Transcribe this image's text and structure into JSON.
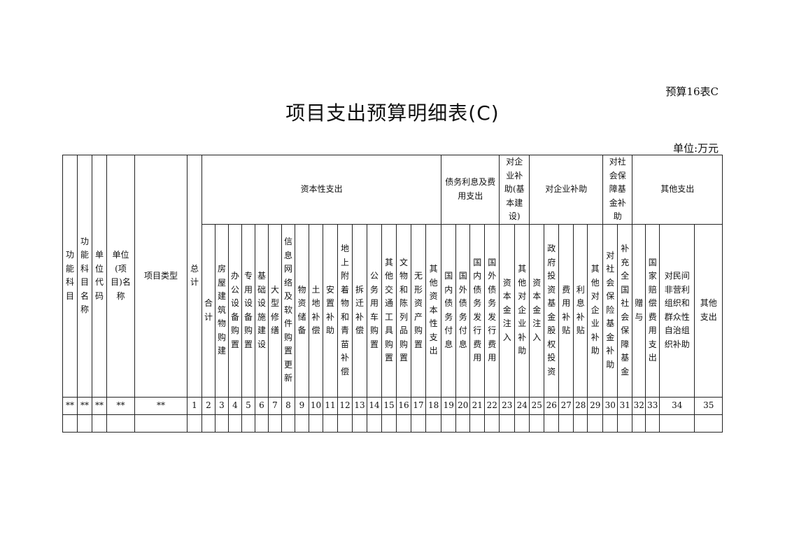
{
  "doc_code": "预算16表C",
  "title": "项目支出预算明细表(C)",
  "unit": "单位:万元",
  "fixed_headers": [
    "功能科目",
    "功能科目名称",
    "单位代码",
    "单位(项目)名称",
    "项目类型",
    "总计"
  ],
  "groups": [
    {
      "label": "资本性支出",
      "span": 17
    },
    {
      "label": "债务利息及费用支出",
      "span": 4
    },
    {
      "label": "对企业补助(基本建设)",
      "span": 2
    },
    {
      "label": "对企业补助",
      "span": 5
    },
    {
      "label": "对社会保障基金补助",
      "span": 2
    },
    {
      "label": "其他支出",
      "span": 4
    }
  ],
  "sub_headers": [
    "合计",
    "房屋建筑物购建",
    "办公设备购置",
    "专用设备购置",
    "基础设施建设",
    "大型修缮",
    "信息网络及软件购置更新",
    "物资储备",
    "土地补偿",
    "安置补助",
    "地上附着物和青苗补偿",
    "拆迁补偿",
    "公务用车购置",
    "其他交通工具购置",
    "文物和陈列品购置",
    "无形资产购置",
    "其他资本性支出",
    "国内债务付息",
    "国外债务付息",
    "国内债务发行费用",
    "国外债务发行费用",
    "资本金注入",
    "其他对企业补助",
    "资本金注入",
    "政府投资基金股权投资",
    "费用补贴",
    "利息补贴",
    "其他对企业补助",
    "对社会保险基金补助",
    "补充全国社会保障基金",
    "赠与",
    "国家赔偿费用支出",
    "对民间非营利组织和群众性自治组织补助",
    "其他支出"
  ],
  "number_row": [
    "**",
    "**",
    "**",
    "**",
    "**",
    "1",
    "2",
    "3",
    "4",
    "5",
    "6",
    "7",
    "8",
    "9",
    "10",
    "11",
    "12",
    "13",
    "14",
    "15",
    "16",
    "17",
    "18",
    "19",
    "20",
    "21",
    "22",
    "23",
    "24",
    "25",
    "26",
    "27",
    "28",
    "29",
    "30",
    "31",
    "32",
    "33",
    "34",
    "35"
  ]
}
